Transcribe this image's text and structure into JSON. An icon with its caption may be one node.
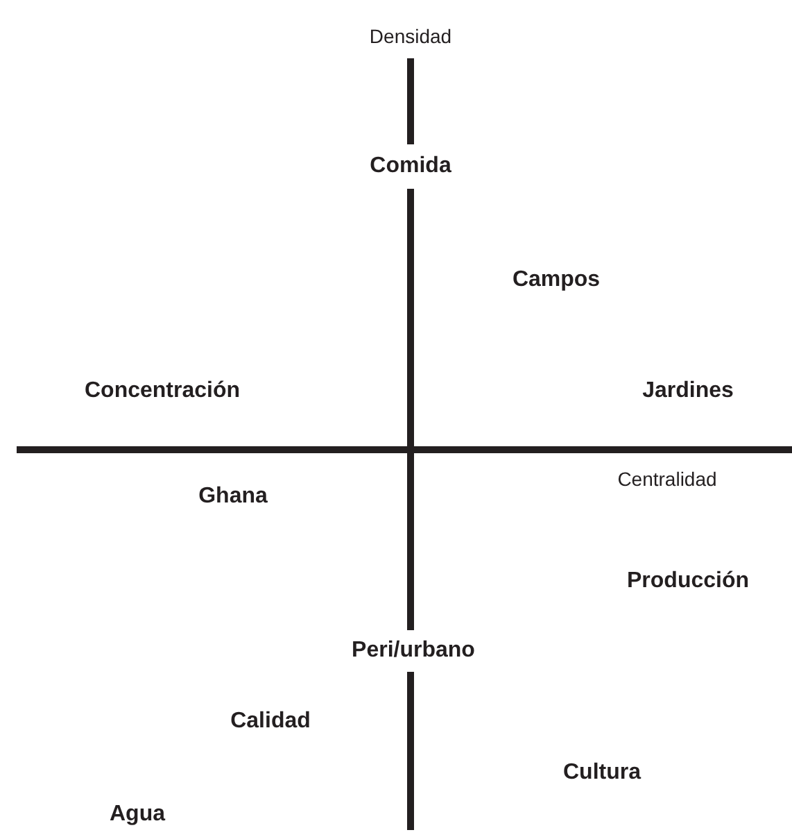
{
  "diagram": {
    "labels": [
      "Densidad",
      "Comida",
      "Campos",
      "Concentración",
      "Jardines",
      "Centralidad",
      "Ghana",
      "Producción",
      "Peri/urbano",
      "Calidad",
      "Cultura",
      "Agua"
    ]
  }
}
